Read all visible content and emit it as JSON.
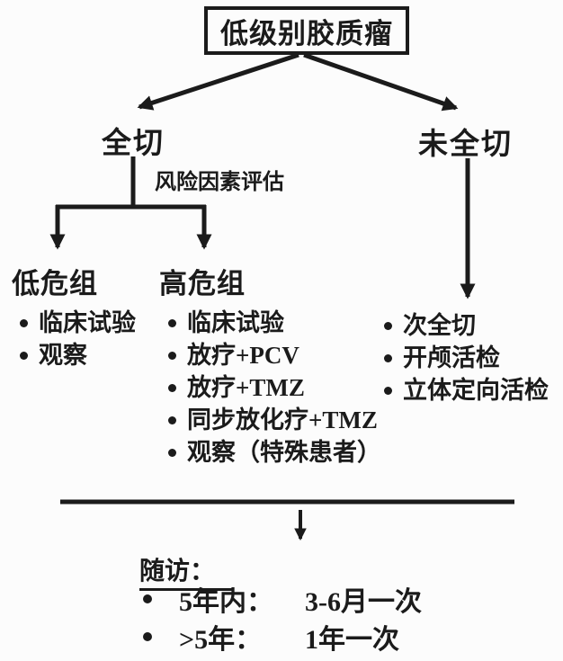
{
  "diagram": {
    "root": "低级别胶质瘤",
    "branches": {
      "total_resection": "全切",
      "incomplete_resection": "未全切"
    },
    "risk_note": "风险因素评估",
    "low_risk": {
      "title": "低危组",
      "items": [
        "临床试验",
        "观察"
      ]
    },
    "high_risk": {
      "title": "高危组",
      "items": [
        "临床试验",
        "放疗+PCV",
        "放疗+TMZ",
        "同步放化疗+TMZ",
        "观察（特殊患者）"
      ]
    },
    "incomplete_options": {
      "items": [
        "次全切",
        "开颅活检",
        "立体定向活检"
      ]
    },
    "follow_up": {
      "title": "随访：",
      "items": [
        {
          "period": "5年内：",
          "frequency": "3-6月一次"
        },
        {
          "period": ">5年：",
          "frequency": "1年一次"
        }
      ]
    },
    "colors": {
      "ink": "#1b1b1b",
      "background": "#fcfcfc"
    }
  }
}
